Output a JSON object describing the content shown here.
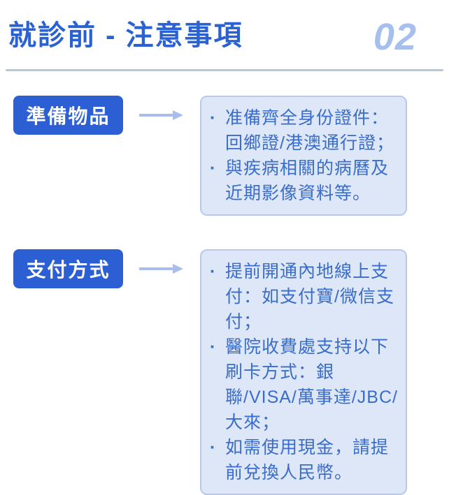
{
  "header": {
    "title": "就診前 - 注意事項",
    "page_number": "02"
  },
  "glyphs": {
    "bullet": "·"
  },
  "colors": {
    "title_blue": "#2b62d3",
    "page_number_blue": "#a7bfee",
    "button_blue": "#2d5fd4",
    "button_text": "#ffffff",
    "arrow_blue": "#a9bdec",
    "box_fill": "#dde7f8",
    "box_border": "#b9c9ec",
    "box_text_blue": "#3a6dc9",
    "divider_gray": "#b5c7da"
  },
  "sections": [
    {
      "label": "準備物品",
      "items": [
        "准備齊全身份證件：回鄉證/港澳通行證；",
        "與疾病相關的病曆及近期影像資料等。"
      ]
    },
    {
      "label": "支付方式",
      "items": [
        "提前開通內地線上支付：如支付寶/微信支付；",
        "醫院收費處支持以下刷卡方式：銀聯/VISA/萬事達/JBC/大來；",
        "如需使用現金，請提前兌換人民幣。"
      ]
    }
  ]
}
